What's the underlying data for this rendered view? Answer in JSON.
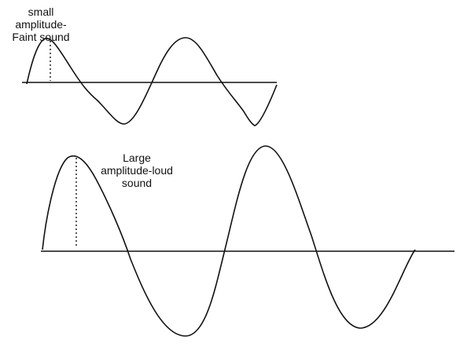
{
  "labels": {
    "small": [
      "small",
      "amplitude-",
      "Faint sound"
    ],
    "large": [
      "Large",
      "amplitude-loud",
      "sound"
    ]
  },
  "colors": {
    "line": "#111111",
    "background": "#ffffff"
  }
}
